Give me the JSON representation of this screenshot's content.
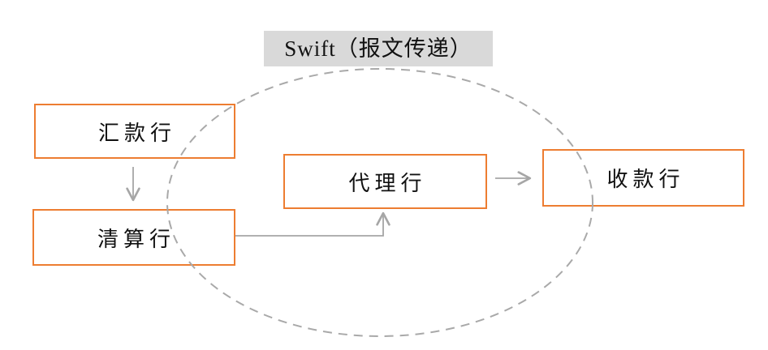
{
  "diagram": {
    "title": {
      "label": "Swift（报文传递）"
    },
    "nodes": [
      {
        "id": "remitting-bank",
        "label": "汇款行"
      },
      {
        "id": "clearing-bank",
        "label": "清算行"
      },
      {
        "id": "agent-bank",
        "label": "代理行"
      },
      {
        "id": "receiving-bank",
        "label": "收款行"
      }
    ],
    "connections": [
      {
        "from": "汇款行",
        "to": "清算行",
        "shape": "straight-down-arrow"
      },
      {
        "from": "清算行",
        "to": "代理行",
        "shape": "elbow-right-then-up-arrow"
      },
      {
        "from": "代理行",
        "to": "收款行",
        "shape": "straight-right-arrow"
      }
    ],
    "scope_ellipse": {
      "meaning": "Swift 报文传递 范围",
      "style": "dashed"
    },
    "colors": {
      "node_border": "#ED7D31",
      "connector": "#A6A6A6",
      "ellipse_dash": "#A9A9A9",
      "title_background": "#D9D9D9",
      "text": "#111111",
      "background": "#FFFFFF"
    }
  }
}
